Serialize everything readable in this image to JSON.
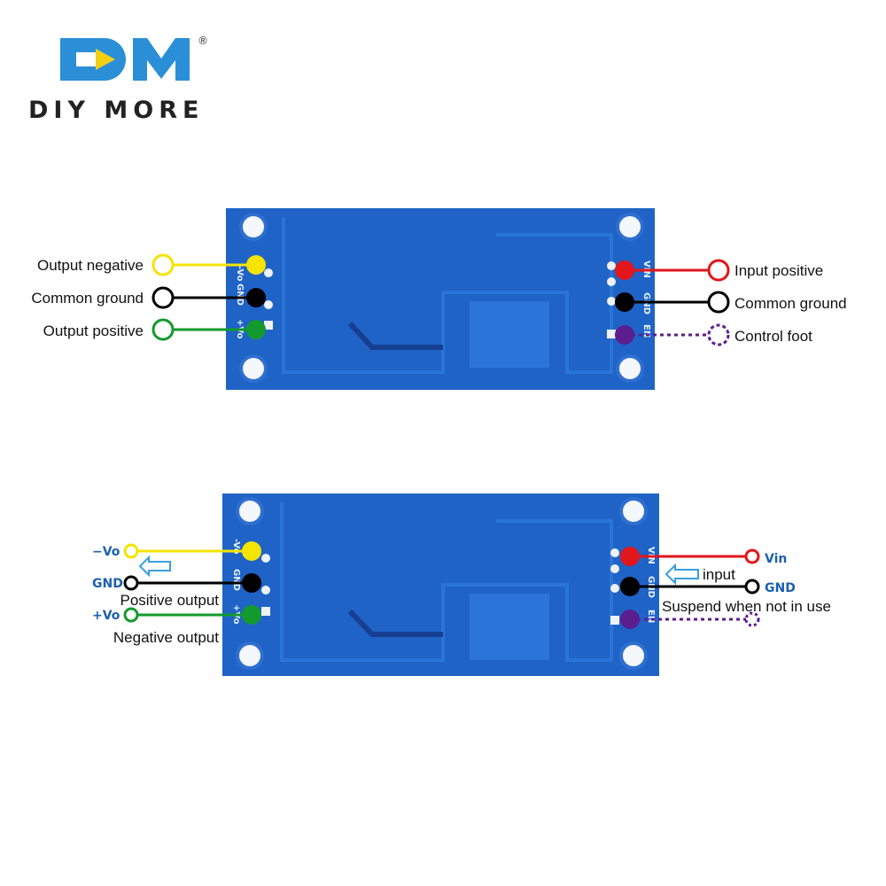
{
  "brand": {
    "logo_text": "DM",
    "registered_mark": "®",
    "name": "DIY MORE",
    "colors": {
      "logo_blue": "#2a8fd6",
      "logo_yellow": "#f3cf12"
    }
  },
  "board_top": {
    "left_silkscreen": [
      "-Vo",
      "GND",
      "+Vo"
    ],
    "right_silkscreen": [
      "VIN",
      "GND",
      "EN"
    ],
    "left_labels": [
      "Output negative",
      "Common ground",
      "Output positive"
    ],
    "right_labels": [
      "Input positive",
      "Common ground",
      "Control foot"
    ]
  },
  "board_bottom": {
    "left_silkscreen": [
      "-Vo",
      "GND",
      "+Vo"
    ],
    "right_silkscreen": [
      "VIN",
      "GND",
      "EN"
    ],
    "left_tags": [
      "−Vo",
      "GND",
      "+Vo"
    ],
    "left_notes": [
      "Positive output",
      "Negative output"
    ],
    "right_tags": [
      "Vin",
      "GND"
    ],
    "right_notes": [
      "input",
      "Suspend when not in use"
    ]
  },
  "colors": {
    "pcb": "#1f63c6",
    "pcb_trace": "#2a74d8",
    "wire_yellow": "#f5e400",
    "wire_black": "#000000",
    "wire_green": "#139a2e",
    "wire_red": "#e3161b",
    "wire_purple": "#5c1d8e",
    "arrow_blue": "#3aa0e0"
  }
}
